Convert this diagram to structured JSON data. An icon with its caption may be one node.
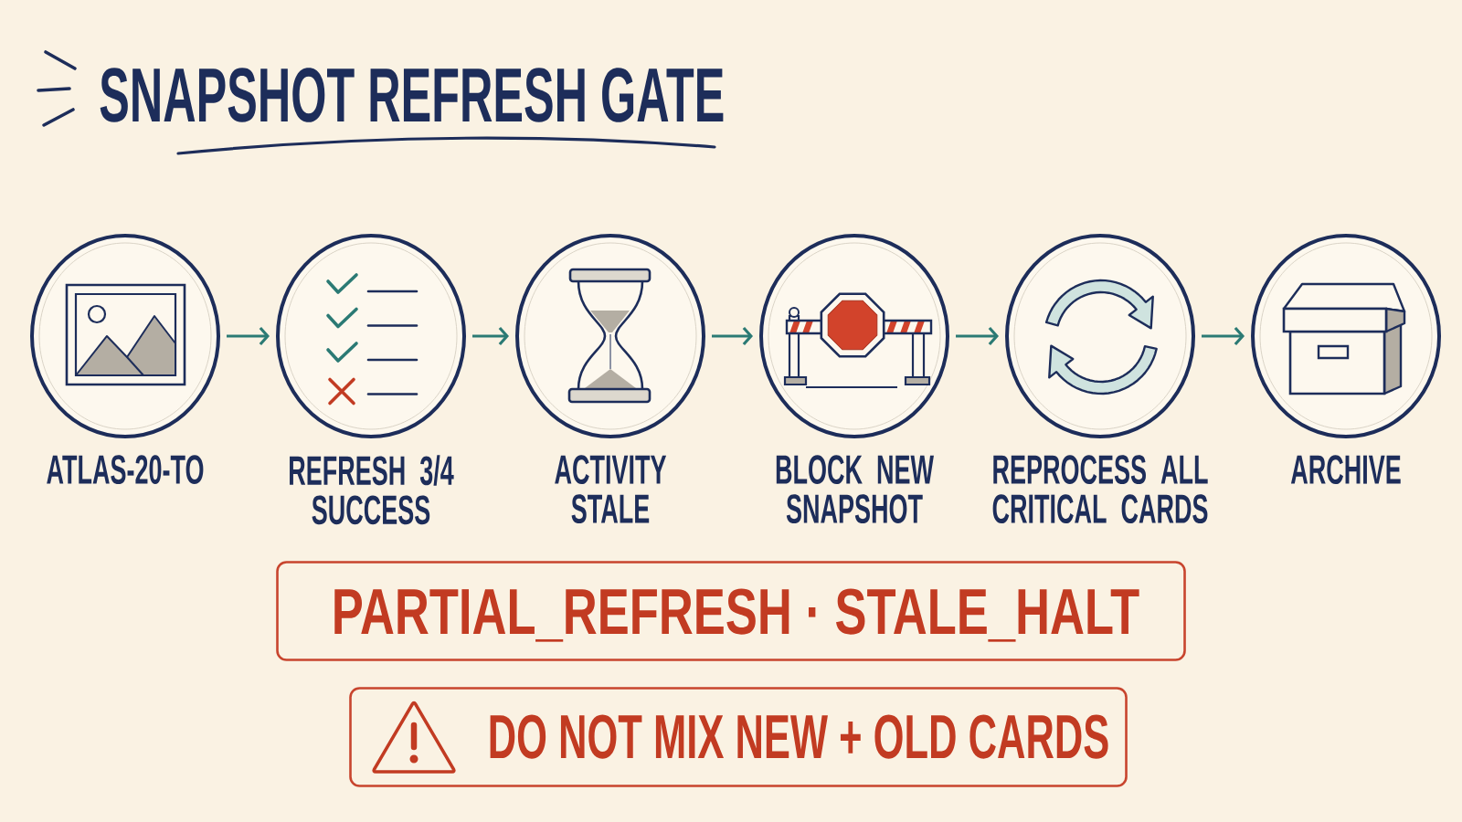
{
  "diagram": {
    "title": "SNAPSHOT REFRESH GATE",
    "nodes": [
      {
        "text": [
          "ATLAS-20-TO"
        ]
      },
      {
        "text": [
          "REFRESH 3/4 SUCCESS"
        ]
      },
      {
        "text": [
          "ACTIVITY STALE"
        ]
      },
      {
        "text": [
          "BLOCK NEW SNAPSHOT"
        ]
      },
      {
        "text": [
          "REPROCESS ALL CRITICAL CARDS"
        ]
      },
      {
        "text": [
          "ARCHIVE"
        ]
      },
      {
        "text": [
          "PARTIAL_REFRESH · STALE_HALT"
        ]
      },
      {
        "text": [
          "DO NOT MIX NEW + OLD CARDS"
        ]
      }
    ],
    "edges": [
      {
        "from": 0,
        "to": 1,
        "arrow": "to"
      },
      {
        "from": 1,
        "to": 2,
        "arrow": "to"
      },
      {
        "from": 2,
        "to": 3,
        "arrow": "to"
      },
      {
        "from": 3,
        "to": 4,
        "arrow": "to"
      },
      {
        "from": 4,
        "to": 5,
        "arrow": "to"
      }
    ]
  }
}
